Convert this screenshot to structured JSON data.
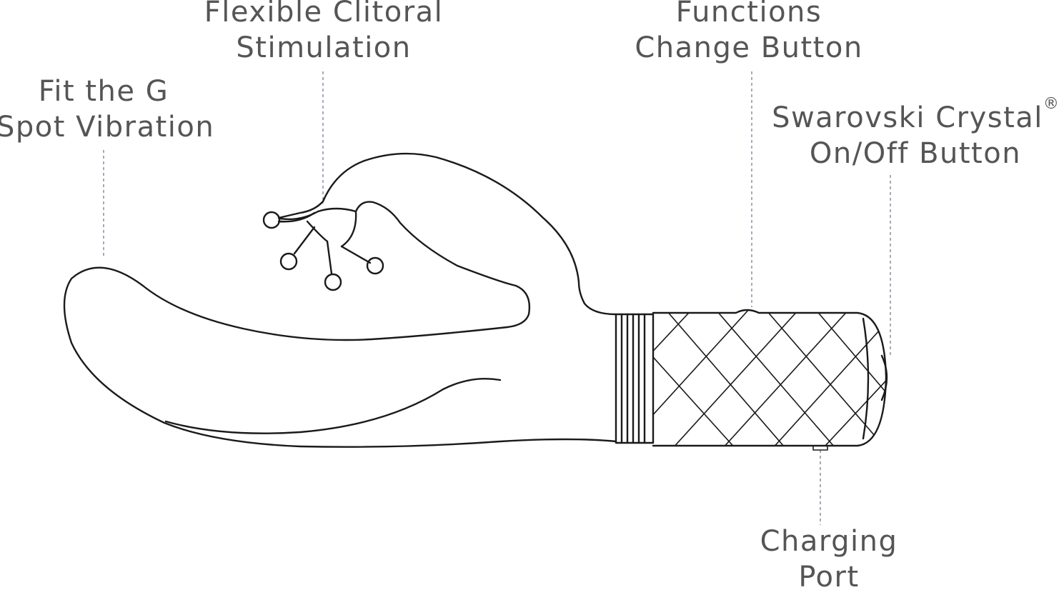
{
  "labels": {
    "gspot": {
      "line1": "Fit the G",
      "line2": "Spot Vibration"
    },
    "clitoral": {
      "line1": "Flexible Clitoral",
      "line2": "Stimulation"
    },
    "functions": {
      "line1": "Functions",
      "line2": "Change Button"
    },
    "onoff": {
      "line1": "Swarovski Crystal",
      "mark": "®",
      "line2": "On/Off Button"
    },
    "charging": {
      "line1": "Charging",
      "line2": "Port"
    }
  },
  "colors": {
    "outline": "#1a1a1a",
    "label_text": "#555555",
    "leader_line": "#7a6a8a"
  }
}
